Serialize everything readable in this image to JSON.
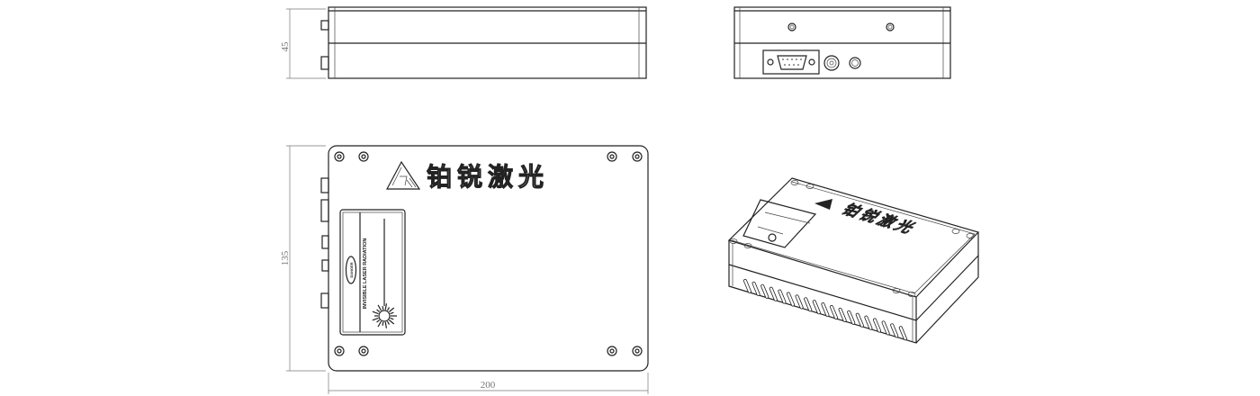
{
  "drawing": {
    "dimensions": {
      "height": "45",
      "width": "200",
      "depth": "135"
    },
    "brand": "铂锐激光",
    "warning_label": {
      "badge": "DANGER",
      "text": "INVISIBLE LASER RADIATION"
    },
    "views": [
      "side-view",
      "front-view",
      "top-view",
      "isometric-view"
    ],
    "line_color": "#222222",
    "dimension_color": "#777777"
  }
}
